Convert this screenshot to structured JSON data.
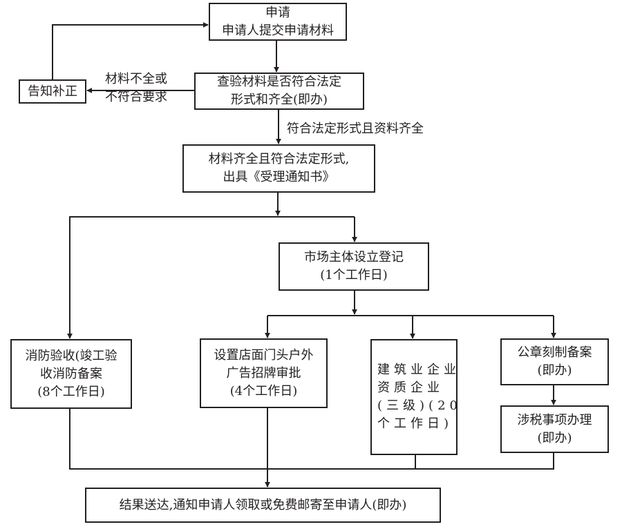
{
  "diagram": {
    "type": "flowchart",
    "nodes": {
      "apply": {
        "lines": [
          "申请",
          "申请人提交申请材料"
        ]
      },
      "check": {
        "lines": [
          "查验材料是否符合法定",
          "形式和齐全(即办)"
        ]
      },
      "notify_fix": {
        "lines": [
          "告知补正"
        ]
      },
      "accept": {
        "lines": [
          "材料齐全且符合法定形式,",
          "出具《受理通知书》"
        ]
      },
      "register": {
        "lines": [
          "市场主体设立登记",
          "(1个工作日)"
        ]
      },
      "fire": {
        "lines": [
          "消防验收(竣工验",
          "收消防备案",
          "(8个工作日)"
        ]
      },
      "sign": {
        "lines": [
          "设置店面门头户外",
          "广告招牌审批",
          "(4个工作日)"
        ]
      },
      "construction": {
        "lines": [
          "建筑业企业",
          "资质企业",
          "(三级)(20",
          "个工作日)"
        ]
      },
      "seal": {
        "lines": [
          "公章刻制备案",
          "(即办)"
        ]
      },
      "tax": {
        "lines": [
          "涉税事项办理",
          "(即办)"
        ]
      },
      "result": {
        "lines": [
          "结果送达,通知申请人领取或免费邮寄至申请人(即办)"
        ]
      }
    },
    "edge_labels": {
      "incomplete": [
        "材料不全或",
        "不符合要求"
      ],
      "complete": "符合法定形式且资料齐全"
    },
    "edges": [
      [
        "apply",
        "check"
      ],
      [
        "check",
        "notify_fix"
      ],
      [
        "notify_fix",
        "apply"
      ],
      [
        "check",
        "accept"
      ],
      [
        "accept",
        "fire"
      ],
      [
        "accept",
        "register"
      ],
      [
        "register",
        "sign"
      ],
      [
        "register",
        "construction"
      ],
      [
        "register",
        "seal"
      ],
      [
        "seal",
        "tax"
      ],
      [
        "fire",
        "result"
      ],
      [
        "sign",
        "result"
      ],
      [
        "construction",
        "result"
      ],
      [
        "tax",
        "result"
      ]
    ],
    "colors": {
      "stroke": "#231f20",
      "background": "#ffffff"
    }
  }
}
